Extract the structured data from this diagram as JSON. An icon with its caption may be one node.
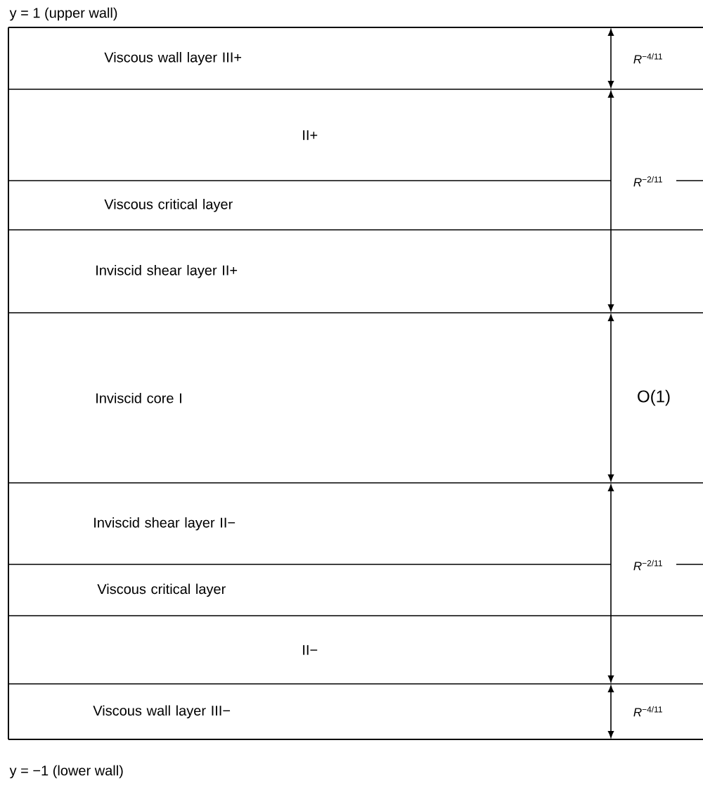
{
  "diagram": {
    "nodes": [
      {
        "text": [
          "Viscous wall layer III+"
        ]
      },
      {
        "text": [
          "II+"
        ]
      },
      {
        "text": [
          "Viscous critical layer"
        ]
      },
      {
        "text": [
          "Inviscid shear layer II+"
        ]
      },
      {
        "text": [
          "Inviscid core I"
        ]
      },
      {
        "text": [
          "Inviscid shear layer II−"
        ]
      },
      {
        "text": [
          "Viscous critical layer"
        ]
      },
      {
        "text": [
          "II−"
        ]
      },
      {
        "text": [
          "Viscous wall layer III−"
        ]
      }
    ],
    "labels": [
      "y = 1 (upper wall)",
      "*R*$^{−4/11}$",
      "*R*$^{−2/11}$",
      "O(1)",
      "*R*$^{−2/11}$",
      "*R*$^{−4/11}$",
      "y = −1 (lower wall)"
    ]
  }
}
